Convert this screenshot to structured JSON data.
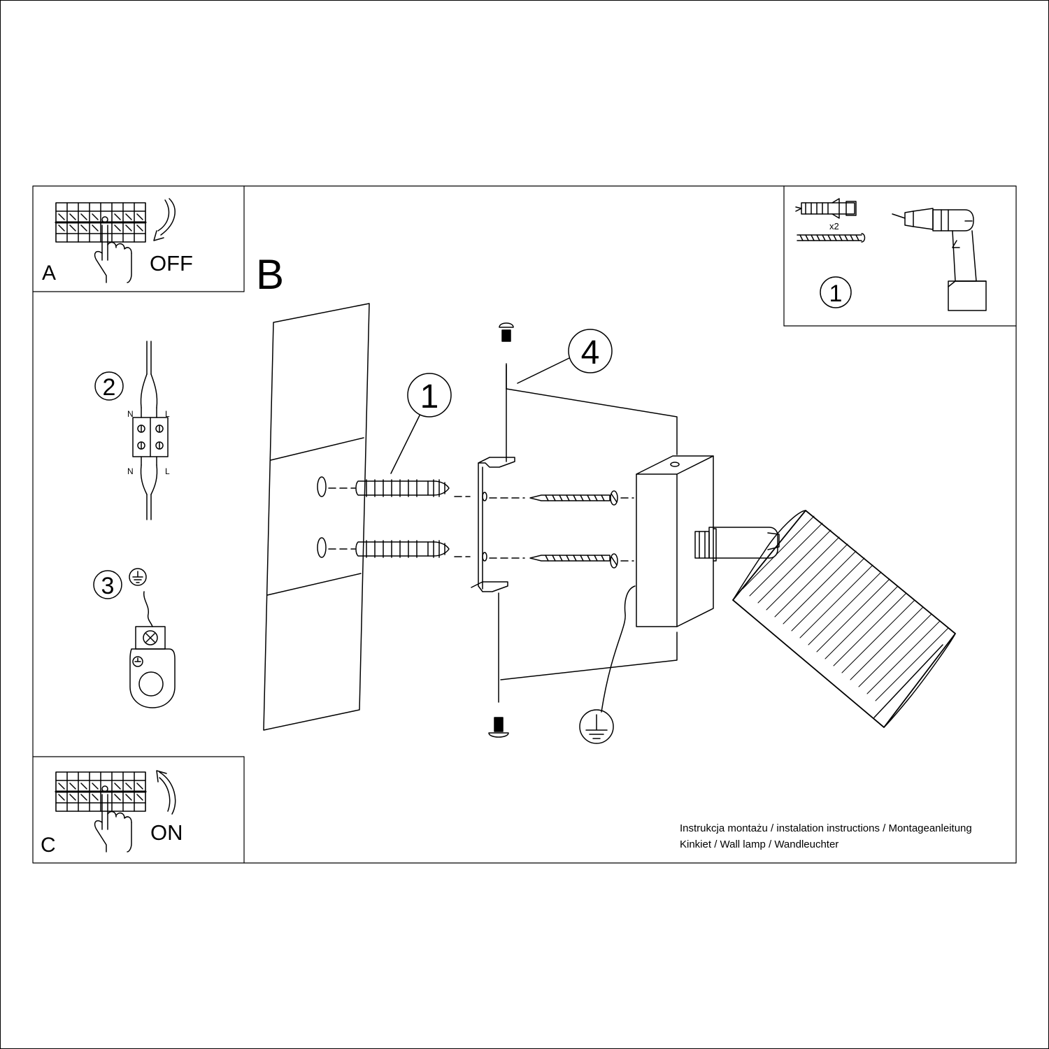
{
  "panels": {
    "a": {
      "letter": "A",
      "action": "OFF"
    },
    "b": {
      "letter": "B"
    },
    "c": {
      "letter": "C",
      "action": "ON"
    }
  },
  "tools": {
    "quantity": "x2",
    "step": "1"
  },
  "wiring": {
    "step": "2",
    "neutral_top": "N",
    "live_top": "L",
    "neutral_bottom": "N",
    "live_bottom": "L"
  },
  "earth": {
    "step": "3"
  },
  "callouts": {
    "dowel": "1",
    "mount_plate": "4"
  },
  "footer": {
    "line1": "Instrukcja montażu / instalation instructions / Montageanleitung",
    "line2": "Kinkiet / Wall lamp / Wandleuchter"
  }
}
